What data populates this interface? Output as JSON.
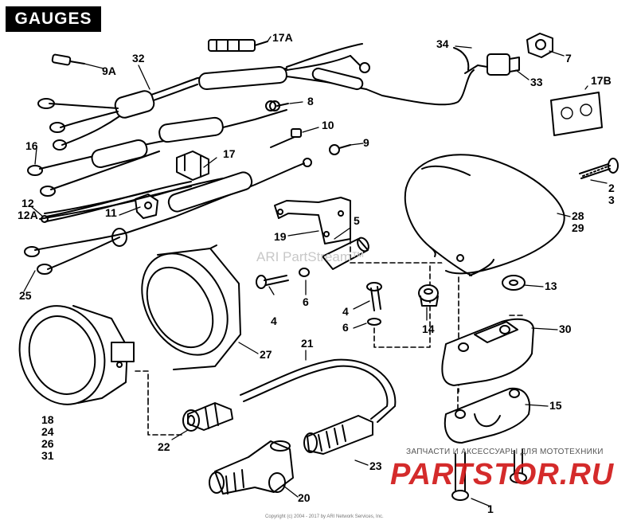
{
  "title": "GAUGES",
  "watermark": "ARI PartStream™",
  "promo_text": "ЗАПЧАСТИ И АКСЕССУАРЫ ДЛЯ МОТОТЕХНИКИ",
  "logo_text": "PARTSTOR.RU",
  "copyright": "Copyright (c) 2004 - 2017 by ARI Network Services, Inc.",
  "callouts": {
    "c1": "1",
    "c2_3": "2\n3",
    "c4a": "4",
    "c4b": "4",
    "c5": "5",
    "c6a": "6",
    "c6b": "6",
    "c7": "7",
    "c8": "8",
    "c9": "9",
    "c9a": "9A",
    "c10": "10",
    "c11": "11",
    "c12": "12\n12A",
    "c13": "13",
    "c14": "14",
    "c15": "15",
    "c16": "16",
    "c17": "17",
    "c17a": "17A",
    "c17b": "17B",
    "c18": "18\n24\n26\n31",
    "c19": "19",
    "c20": "20",
    "c21": "21",
    "c22": "22",
    "c23": "23",
    "c25": "25",
    "c27": "27",
    "c28_29": "28\n29",
    "c30": "30",
    "c32": "32",
    "c33": "33",
    "c34": "34"
  }
}
